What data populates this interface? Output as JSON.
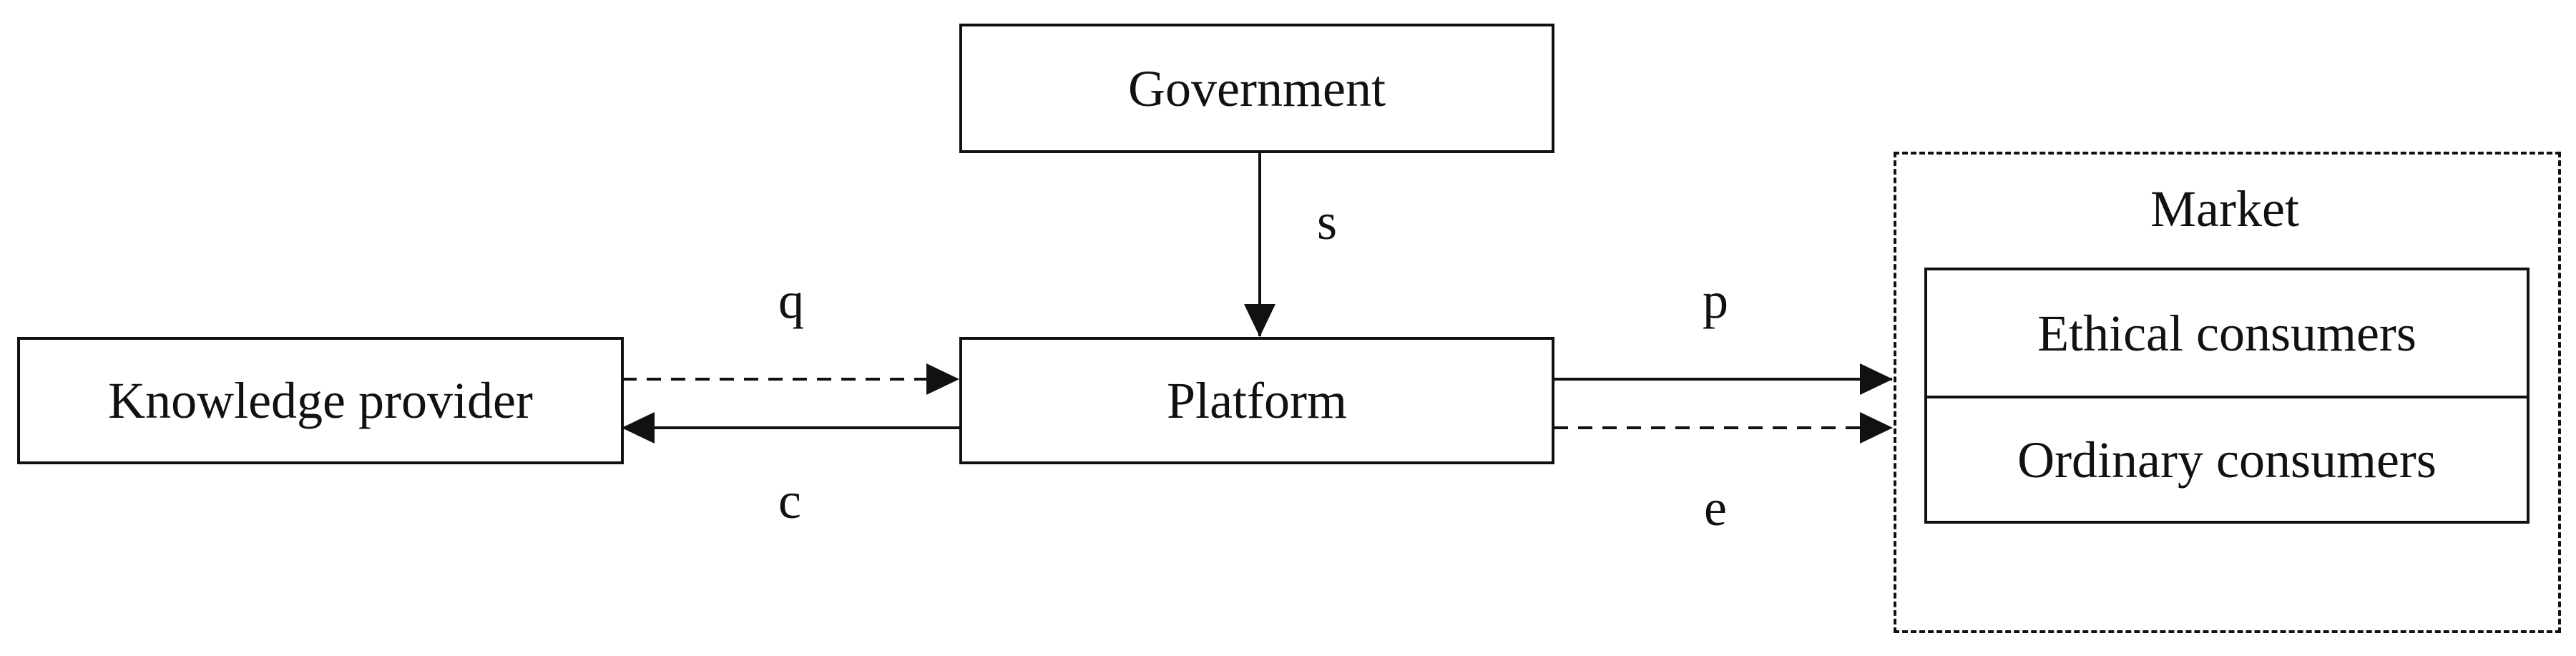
{
  "nodes": {
    "government": "Government",
    "platform": "Platform",
    "knowledge_provider": "Knowledge provider"
  },
  "market": {
    "title": "Market",
    "segments": [
      "Ethical consumers",
      "Ordinary consumers"
    ]
  },
  "edges": {
    "s": "s",
    "q": "q",
    "c": "c",
    "p": "p",
    "e": "e"
  }
}
